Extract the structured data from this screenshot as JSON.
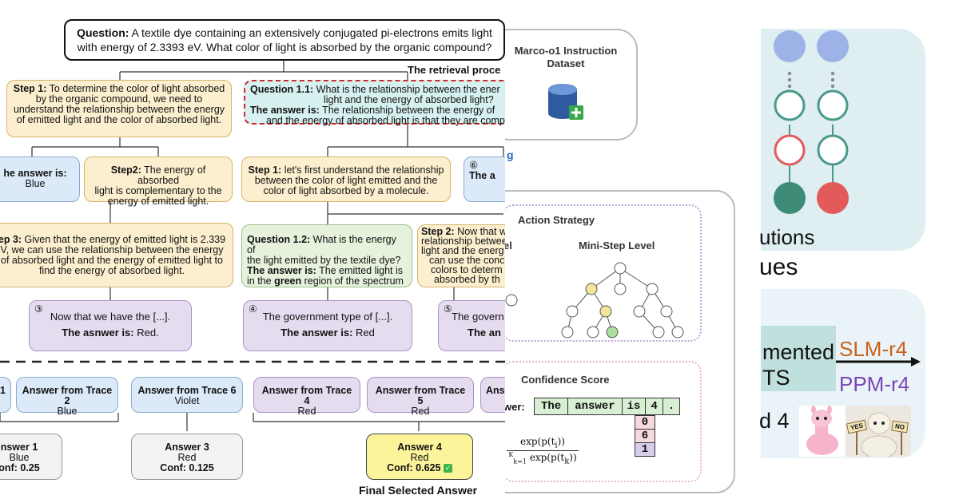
{
  "left": {
    "question_label": "Question:",
    "question_text_1": " A textile dye containing an extensively conjugated pi-electrons emits light",
    "question_text_2": "with energy of 2.3393 eV. What color of light is absorbed by the organic compound?",
    "retrieval_label": "The retrieval proce",
    "step1_label": "Step 1:",
    "step1_lines": [
      " To determine the color of light absorbed",
      "by the organic compound, we need to",
      "understand the relationship between the energy",
      "of emitted light and the color of absorbed light."
    ],
    "q11_label": "Question 1.1:",
    "q11_text_1": " What is the relationship between the ener",
    "q11_text_2": "light and the energy of absorbed light?",
    "q11_ans_label": "The answer is:",
    "q11_ans_1": " The relationship between the energy of",
    "q11_ans_2": "and the energy of absorbed light is that they are comp",
    "ans_blue_label": "he answer is:",
    "ans_blue_val": "Blue",
    "step2_label": "Step2:",
    "step2_lines": [
      " The energy of absorbed",
      "light is complementary to the",
      "energy of emitted light."
    ],
    "mid_step1_label": "Step 1:",
    "mid_step1_lines": [
      " let's first understand the relationship",
      "between the color of light emitted and the",
      "color of light absorbed by a molecule."
    ],
    "right_partial_num": "⑥",
    "right_partial_text": "The a",
    "step3_label": "ep 3:",
    "step3_lines": [
      " Given that the energy of emitted light is 2.339",
      "V, we can use the relationship between the energy",
      "of absorbed light and the energy of emitted light to",
      "find the energy of absorbed light."
    ],
    "q12_label": "Question 1.2:",
    "q12_text_1": " What is the energy of",
    "q12_text_2": "the light emitted by the textile dye?",
    "q12_ans_label": "The answer is:",
    "q12_ans_1": " The emitted light is",
    "q12_ans_2a": "in the ",
    "q12_ans_green": "green",
    "q12_ans_2b": " region of the spectrum",
    "step2b_label": "Step 2:",
    "step2b_lines": [
      " Now that w",
      "relationship betwee",
      "light and the energ",
      "can use the conc",
      "colors to determ",
      "absorbed by th"
    ],
    "n3": "③",
    "t3": "Now that we have the [...].",
    "t3_label": "The asnwer is:",
    "t3_val": " Red.",
    "n4": "④",
    "t4": "The government type of  [...].",
    "t4_label": "The answer is:",
    "t4_val": " Red",
    "n5": "⑤",
    "t5": "The govern",
    "t5_label": "The an",
    "trace_1": "1",
    "trace_2_title": "Answer from Trace 2",
    "trace_2_val": "Blue",
    "trace_6_title": "Answer from Trace 6",
    "trace_6_val": "Violet",
    "trace_4_title": "Answer from Trace 4",
    "trace_4_val": "Red",
    "trace_5_title": "Answer from Trace 5",
    "trace_5_val": "Red",
    "trace_x_title": "Ans",
    "final1_title": "nswer 1",
    "final1_val": "Blue",
    "final1_conf": "onf: 0.25",
    "final3_title": "Answer 3",
    "final3_val": "Red",
    "final3_conf": "Conf: 0.125",
    "final4_title": "Answer 4",
    "final4_val": "Red",
    "final4_conf": "Conf: 0.625",
    "final_selected": "Final Selected Answer"
  },
  "middle": {
    "dataset_title_1": "Marco-o1 Instruction",
    "dataset_title_2": "Dataset",
    "partial_g": "g",
    "action_title": "Action Strategy",
    "partial_el": "el",
    "mini_step": "Mini-Step Level",
    "confidence_title": "Confidence Score",
    "wer_label": "wer:",
    "tokens": [
      "The",
      "answer",
      "is",
      "4",
      "."
    ],
    "stack_vals": [
      "0",
      "6",
      "1"
    ],
    "formula_num": "exp(p(t",
    "formula_num_sub": "i",
    "formula_den_prefix": "K",
    "formula_den": "k=1",
    "formula_den_body": " exp(p(t",
    "formula_den_sub": "k"
  },
  "right": {
    "utions": "utions",
    "ues": "ues",
    "mented": "mented",
    "ts": "TS",
    "slm": "SLM-r4",
    "ppm": "PPM-r4",
    "d4": "d 4",
    "sign_yes": "YES",
    "sign_no": "NO"
  }
}
